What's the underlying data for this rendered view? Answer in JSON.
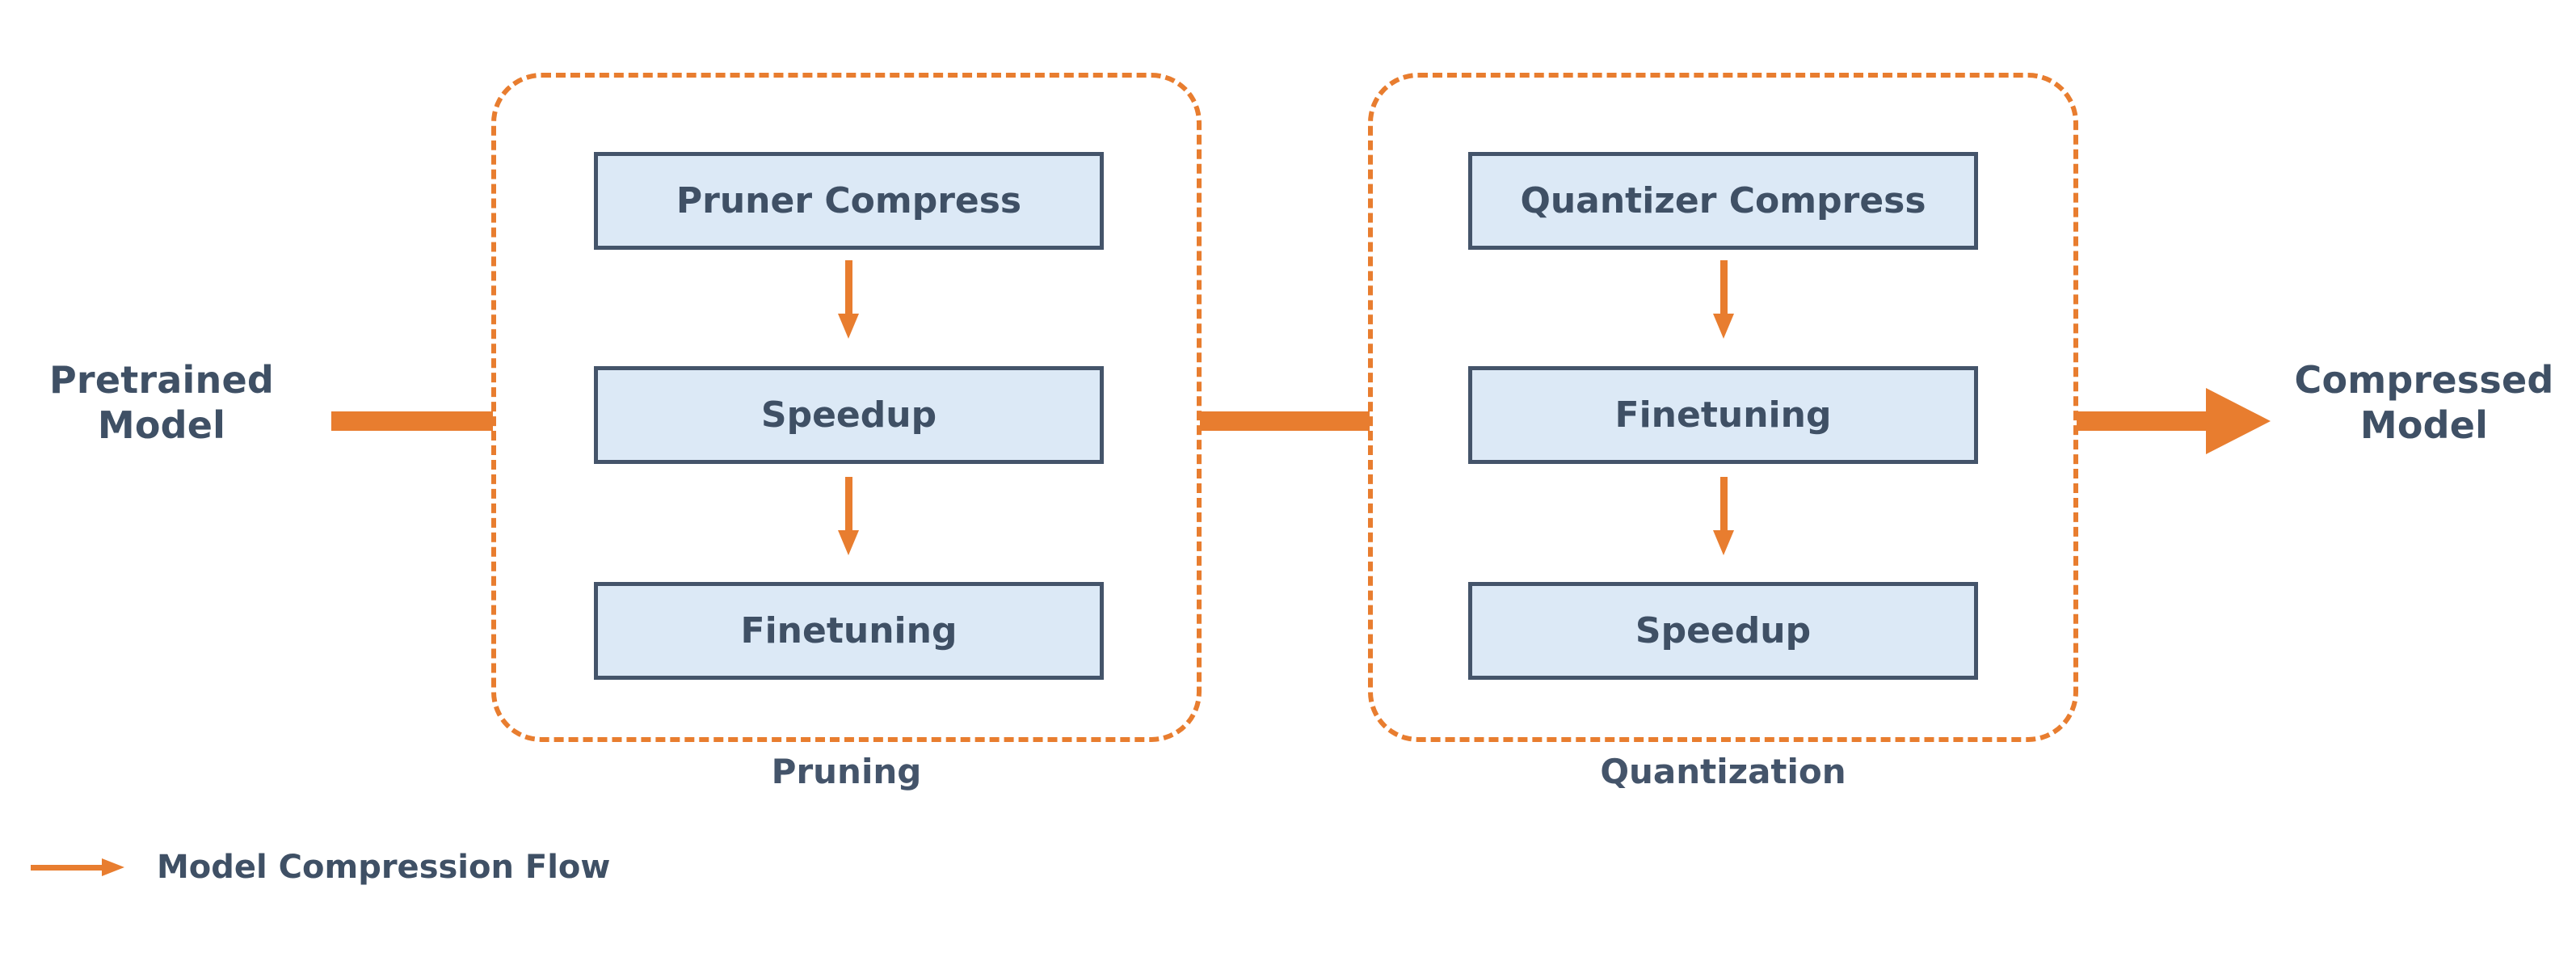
{
  "diagram": {
    "title": "Model Compression Flow",
    "colors": {
      "accent_orange": "#e87d2f",
      "box_fill": "#dce9f6",
      "box_border": "#44546a",
      "text_slate": "#3f5065",
      "background": "#ffffff"
    },
    "endpoints": {
      "input": "Pretrained\nModel",
      "input_line1": "Pretrained",
      "input_line2": "Model",
      "output_line1": "Compressed",
      "output_line2": "Model"
    },
    "stages": [
      {
        "id": "pruning",
        "caption": "Pruning",
        "steps": [
          {
            "label": "Pruner Compress"
          },
          {
            "label": "Speedup"
          },
          {
            "label": "Finetuning"
          }
        ]
      },
      {
        "id": "quantization",
        "caption": "Quantization",
        "steps": [
          {
            "label": "Quantizer Compress"
          },
          {
            "label": "Finetuning"
          },
          {
            "label": "Speedup"
          }
        ]
      }
    ],
    "legend": {
      "icon": "right-arrow-icon",
      "label": "Model Compression Flow"
    },
    "icons": {
      "down_arrow": "down-arrow-icon",
      "right_arrow": "right-arrow-icon",
      "connector_bar": "connector-bar-icon"
    }
  }
}
